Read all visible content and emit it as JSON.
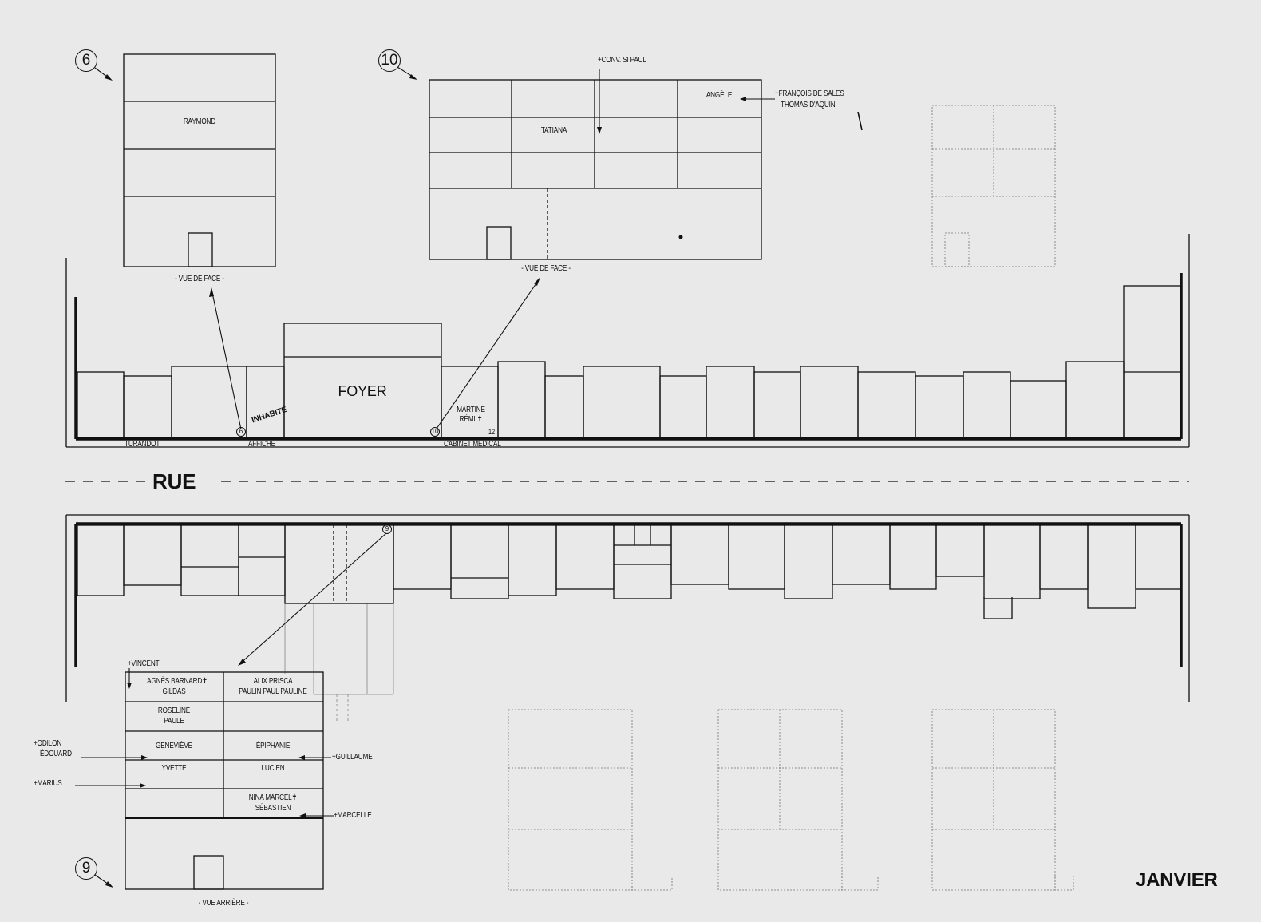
{
  "markers": {
    "six": "6",
    "ten": "10",
    "nine": "9",
    "twelve": "12"
  },
  "views": {
    "front": "- VUE DE FACE -",
    "rear": "- VUE ARRIÈRE -"
  },
  "building6": {
    "raymond": "RAYMOND"
  },
  "building10": {
    "conv": "+CONV. SI PAUL",
    "angele": "ANGÈLE",
    "francois": "+FRANÇOIS DE SALES",
    "thomas": "THOMAS D'AQUIN",
    "tatiana": "TATIANA"
  },
  "street": {
    "foyer": "FOYER",
    "inhabite": "INHABITÉ",
    "martine": "MARTINE",
    "remi": "RÉMI ✝",
    "turandot": "TURANDOT",
    "affiche": "AFFICHE",
    "cabinet": "CABINET MÉDICAL",
    "rue": "RUE"
  },
  "building9": {
    "vincent": "+VINCENT",
    "agnes_row": "AGNÈS    BARNARD✝",
    "gildas": "GILDAS",
    "alix_row": "ALIX  PRISCA",
    "paulin_row": "PAULIN  PAUL  PAULINE",
    "roseline": "ROSELINE",
    "paule": "PAULE",
    "genevieve": "GENEVIÈVE",
    "epiphanie": "ÉPIPHANIE",
    "yvette": "YVETTE",
    "lucien": "LUCIEN",
    "nina_row": "NINA          MARCEL✝",
    "sebastien": "SÉBASTIEN",
    "odilon": "+ODILON",
    "edouard": "ÉDOUARD",
    "marius": "+MARIUS",
    "guillaume": "+GUILLAUME",
    "marcelle": "+MARCELLE"
  },
  "month": "JANVIER"
}
